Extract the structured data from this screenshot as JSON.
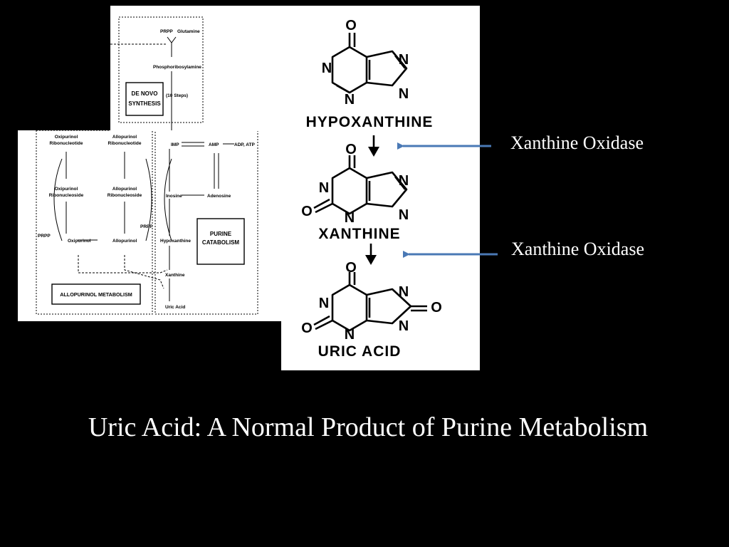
{
  "title": "Uric Acid: A Normal Product of Purine Metabolism",
  "enzymes": [
    "Xanthine Oxidase",
    "Xanthine Oxidase"
  ],
  "pathway": {
    "prpp_top": "PRPP",
    "glutamine": "Glutamine",
    "phosphoribosylamine": "Phosphoribosylamine",
    "steps": "(10 Steps)",
    "de_novo_1": "DE NOVO",
    "de_novo_2": "SYNTHESIS",
    "oxipurinol_ribonucleotide_1": "Oxipurinol",
    "oxipurinol_ribonucleotide_2": "Ribonucleotide",
    "allopurinol_ribonucleotide_1": "Allopurinol",
    "allopurinol_ribonucleotide_2": "Ribonucleotide",
    "oxipurinol_ribonucleoside_1": "Oxipurinol",
    "oxipurinol_ribonucleoside_2": "Ribonucleoside",
    "allopurinol_ribonucleoside_1": "Allopurinol",
    "allopurinol_ribonucleoside_2": "Ribonucleoside",
    "prpp_left": "PRPP",
    "prpp_right": "PRPP",
    "oxipurinol": "Oxipurinol",
    "allopurinol": "Allopurinol",
    "allopurinol_metabolism": "ALLOPURINOL METABOLISM",
    "imp": "IMP",
    "amp": "AMP",
    "adp_atp": "ADP, ATP",
    "inosine": "Inosine",
    "adenosine": "Adenosine",
    "hypoxanthine": "Hypoxanthine",
    "purine_catabolism_1": "PURINE",
    "purine_catabolism_2": "CATABOLISM",
    "xanthine": "Xanthine",
    "uric_acid": "Uric Acid"
  },
  "molecules": {
    "hypoxanthine": "HYPOXANTHINE",
    "xanthine": "XANTHINE",
    "uric_acid": "URIC ACID"
  },
  "atoms": {
    "n": "N",
    "o": "O"
  }
}
